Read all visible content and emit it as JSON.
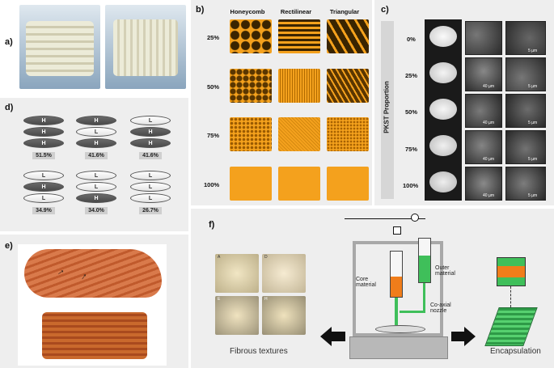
{
  "panels": {
    "a": {
      "label": "a)"
    },
    "b": {
      "label": "b)",
      "columns": [
        "Honeycomb",
        "Rectilinear",
        "Triangular"
      ],
      "rows": [
        "25%",
        "50%",
        "75%",
        "100%"
      ],
      "fill_color": "#f4a11d"
    },
    "c": {
      "label": "c)",
      "axis_label": "PKST Proportion",
      "rows": [
        "0%",
        "25%",
        "50%",
        "75%",
        "100%"
      ],
      "scale_labels": [
        [
          "5 µm"
        ],
        [
          "40 µm",
          "5 µm"
        ],
        [
          "40 µm",
          "5 µm"
        ],
        [
          "40 µm",
          "5 µm"
        ],
        [
          "40 µm",
          "5 µm"
        ]
      ]
    },
    "d": {
      "label": "d)",
      "stacks": [
        {
          "layers": [
            "H",
            "H",
            "H"
          ],
          "percent": "51.5%"
        },
        {
          "layers": [
            "H",
            "L",
            "H"
          ],
          "percent": "41.6%"
        },
        {
          "layers": [
            "L",
            "H",
            "H"
          ],
          "percent": "41.6%"
        },
        {
          "layers": [
            "L",
            "H",
            "L"
          ],
          "percent": "34.9%"
        },
        {
          "layers": [
            "L",
            "L",
            "H"
          ],
          "percent": "34.0%"
        },
        {
          "layers": [
            "L",
            "L",
            "L"
          ],
          "percent": "26.7%"
        }
      ]
    },
    "e": {
      "label": "e)"
    },
    "f": {
      "label": "f)",
      "photo_labels": [
        "A",
        "D",
        "E",
        "H"
      ],
      "core_material": "Core\nmaterial",
      "outer_material": "Outer\nmaterial",
      "nozzle": "Co-axial\nnozzle",
      "left_caption": "Fibrous textures",
      "right_caption": "Encapsulation",
      "core_color": "#f07d1a",
      "outer_color": "#3fbf5a"
    }
  }
}
